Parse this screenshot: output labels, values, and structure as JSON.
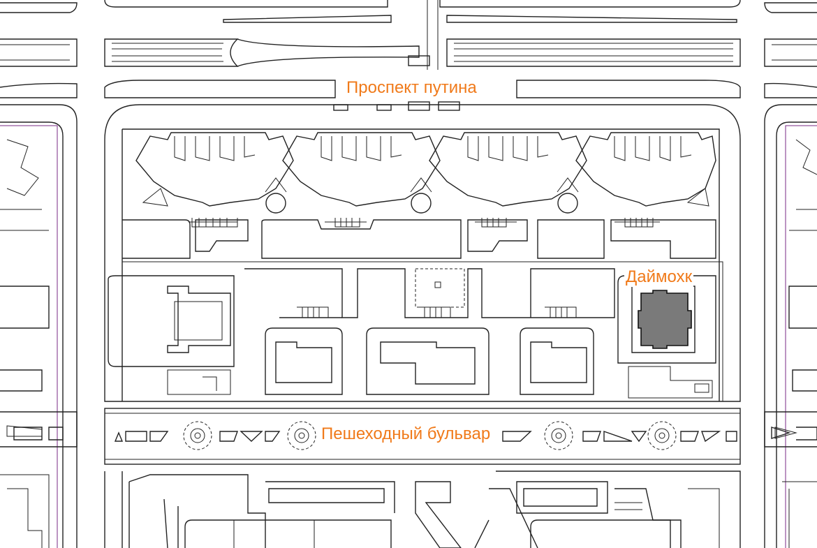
{
  "map": {
    "labels": {
      "avenue": "Проспект путина",
      "building": "Даймохк",
      "boulevard": "Пешеходный бульвар"
    },
    "highlight_color": "#7a7a7a",
    "label_color": "#f07a1a"
  }
}
